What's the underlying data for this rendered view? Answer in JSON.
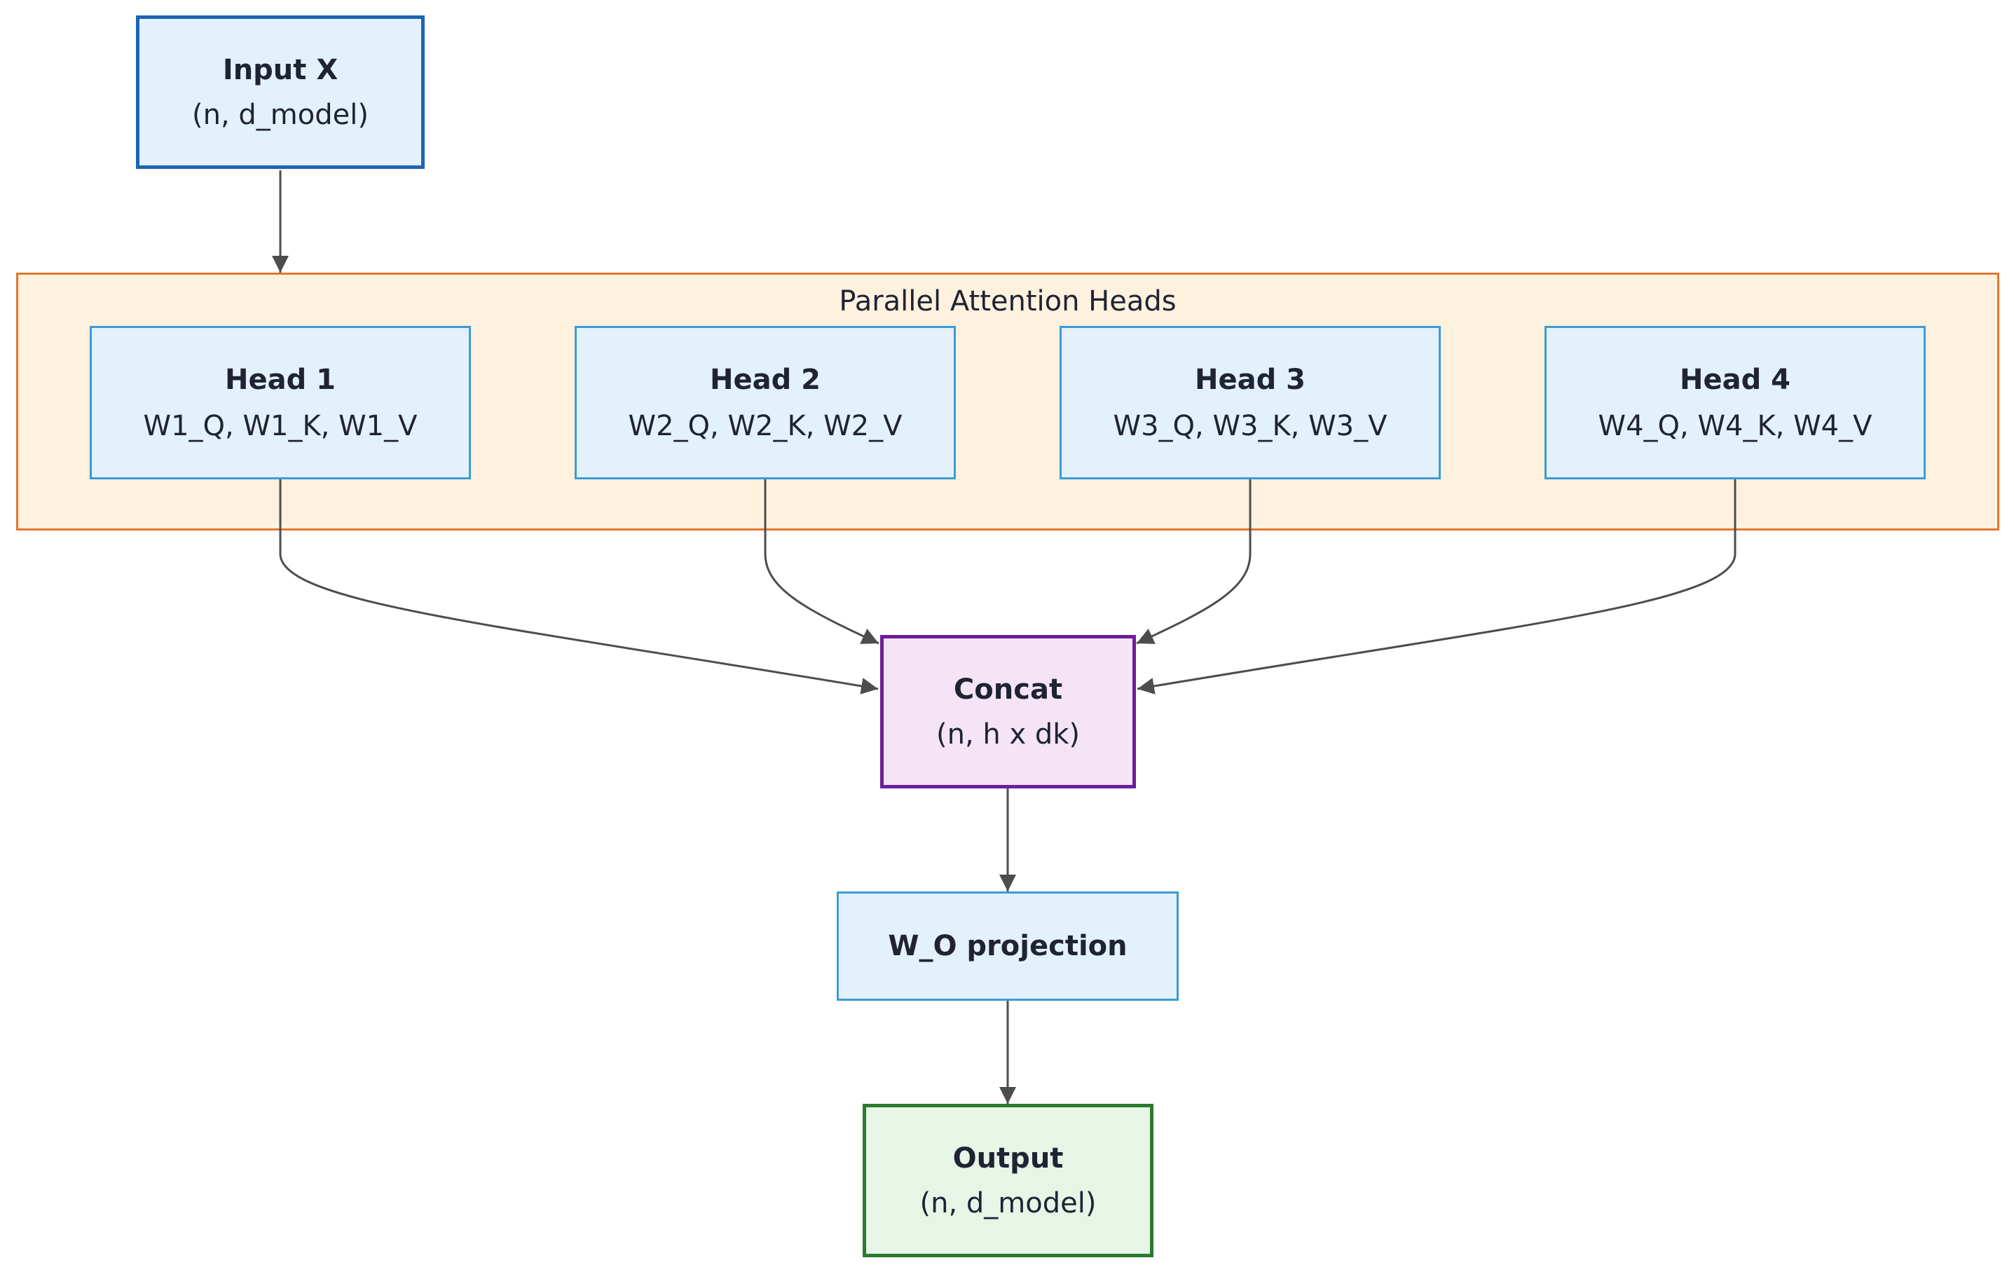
{
  "diagram": {
    "input": {
      "title": "Input X",
      "shape": "(n, d_model)"
    },
    "group": {
      "label": "Parallel Attention Heads"
    },
    "heads": [
      {
        "title": "Head 1",
        "weights": "W1_Q, W1_K, W1_V"
      },
      {
        "title": "Head 2",
        "weights": "W2_Q, W2_K, W2_V"
      },
      {
        "title": "Head 3",
        "weights": "W3_Q, W3_K, W3_V"
      },
      {
        "title": "Head 4",
        "weights": "W4_Q, W4_K, W4_V"
      }
    ],
    "concat": {
      "title": "Concat",
      "shape": "(n, h x dk)"
    },
    "projection": {
      "title": "W_O projection"
    },
    "output": {
      "title": "Output",
      "shape": "(n, d_model)"
    },
    "edges": [
      {
        "from": "Input X",
        "to": "Parallel Attention Heads"
      },
      {
        "from": "Head 1",
        "to": "Concat"
      },
      {
        "from": "Head 2",
        "to": "Concat"
      },
      {
        "from": "Head 3",
        "to": "Concat"
      },
      {
        "from": "Head 4",
        "to": "Concat"
      },
      {
        "from": "Concat",
        "to": "W_O projection"
      },
      {
        "from": "W_O projection",
        "to": "Output"
      }
    ]
  },
  "colors": {
    "edge": "#4d4d4d",
    "input_fill": "#e3f1fc",
    "input_border": "#1d64b5",
    "group_fill": "#fef1de",
    "group_border": "#e0782f",
    "head_fill": "#e3f1fc",
    "head_border": "#3a9bd6",
    "concat_fill": "#f5e4f5",
    "concat_border": "#6b1f9a",
    "output_fill": "#e6f5e6",
    "output_border": "#2a7a30"
  }
}
